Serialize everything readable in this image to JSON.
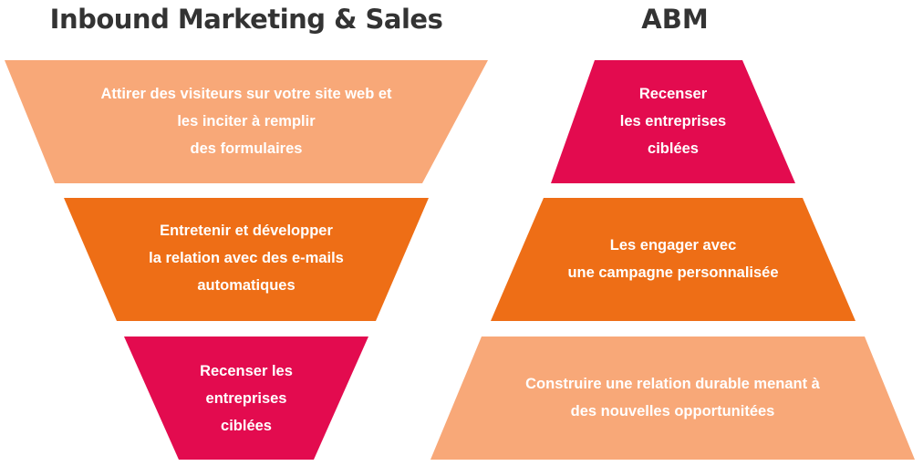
{
  "colors": {
    "light_orange": "#F8A878",
    "orange": "#EE6E16",
    "crimson": "#E30B4F",
    "title_text": "#333333",
    "label_text": "#FFFFFF"
  },
  "left": {
    "title": "Inbound Marketing & Sales",
    "shape": "inverted funnel",
    "stages": [
      {
        "color": "#F8A878",
        "lines": [
          "Attirer des visiteurs sur votre site web et",
          "les inciter à remplir",
          "des formulaires"
        ]
      },
      {
        "color": "#EE6E16",
        "lines": [
          "Entretenir et développer",
          "la relation avec des e-mails",
          "automatiques"
        ]
      },
      {
        "color": "#E30B4F",
        "lines": [
          "Recenser les",
          "entreprises",
          "ciblées"
        ]
      }
    ]
  },
  "right": {
    "title": "ABM",
    "shape": "pyramid",
    "stages": [
      {
        "color": "#E30B4F",
        "lines": [
          "Recenser",
          "les entreprises",
          "ciblées"
        ]
      },
      {
        "color": "#EE6E16",
        "lines": [
          "Les engager avec",
          "une campagne personnalisée"
        ]
      },
      {
        "color": "#F8A878",
        "lines": [
          "Construire une relation durable menant à",
          "des nouvelles opportunitées"
        ]
      }
    ]
  }
}
